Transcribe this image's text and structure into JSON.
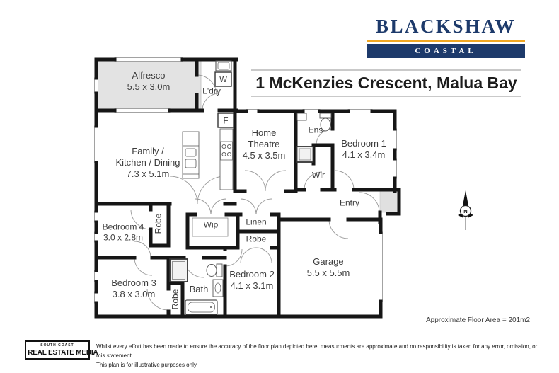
{
  "header": {
    "brand": {
      "name": "BLACKSHAW",
      "division": "COASTAL"
    },
    "title": "1 McKenzies Crescent, Malua Bay"
  },
  "plan": {
    "rooms": {
      "alfresco": {
        "name": "Alfresco",
        "dims": "5.5 x 3.0m"
      },
      "ldry": {
        "name": "L'dry"
      },
      "family": {
        "line1": "Family /",
        "line2": "Kitchen / Dining",
        "dims": "7.3 x 5.1m"
      },
      "theatre": {
        "line1": "Home",
        "line2": "Theatre",
        "dims": "4.5 x 3.5m"
      },
      "ens": {
        "name": "Ens"
      },
      "bed1": {
        "name": "Bedroom 1",
        "dims": "4.1 x 3.4m"
      },
      "wir": {
        "name": "Wir"
      },
      "entry": {
        "name": "Entry"
      },
      "bed4": {
        "name": "Bedroom 4",
        "dims": "3.0 x 2.8m"
      },
      "robe_bed4": {
        "name": "Robe"
      },
      "wip": {
        "name": "Wip"
      },
      "linen": {
        "name": "Linen"
      },
      "robe_bed2": {
        "name": "Robe"
      },
      "bed3": {
        "name": "Bedroom 3",
        "dims": "3.8 x 3.0m"
      },
      "robe_bed3": {
        "name": "Robe"
      },
      "bath": {
        "name": "Bath"
      },
      "bed2": {
        "name": "Bedroom 2",
        "dims": "4.1 x 3.1m"
      },
      "garage": {
        "name": "Garage",
        "dims": "5.5 x 5.5m"
      }
    },
    "appliances": {
      "washer": "W",
      "fridge": "F"
    },
    "compass_label": "N",
    "floor_area_note": "Approximate Floor Area = 201m2"
  },
  "footer": {
    "media_brand_top": "SOUTH COAST",
    "media_brand_main": "REAL ESTATE MEDIA",
    "disclaimer_line1": "Whilst every effort has been made to ensure the accuracy of the floor plan depicted here, measurments are approximate and no responsibility is taken for any error, omission, or mis statement.",
    "disclaimer_line2": "This plan is for illustrative purposes only."
  },
  "colors": {
    "brand_navy": "#1d3a6b",
    "brand_gold": "#f1a722",
    "wall": "#161616",
    "room_fill_gray": "#e3e3e3"
  }
}
